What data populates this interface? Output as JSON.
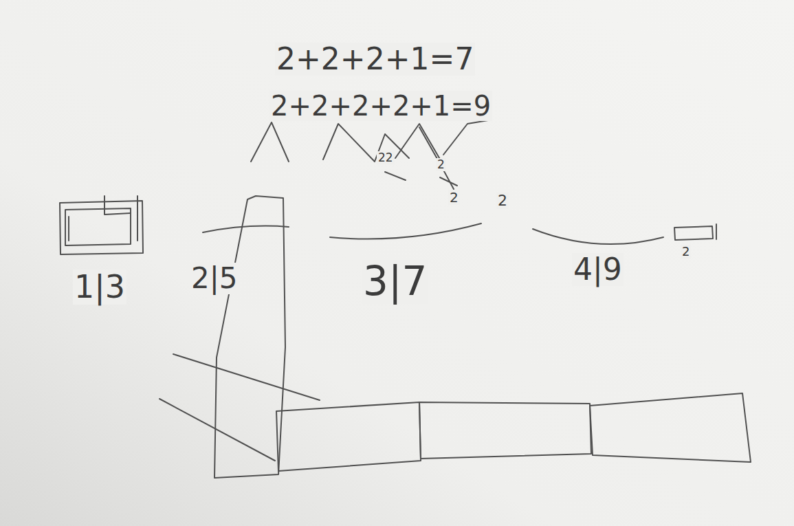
{
  "diagram": {
    "labels": [
      "2+2+2+1=7",
      "2+2+2+2+1=9",
      "22",
      "2",
      "2",
      "2",
      "1|3",
      "2|5",
      "3|7",
      "4|9",
      "2"
    ]
  }
}
